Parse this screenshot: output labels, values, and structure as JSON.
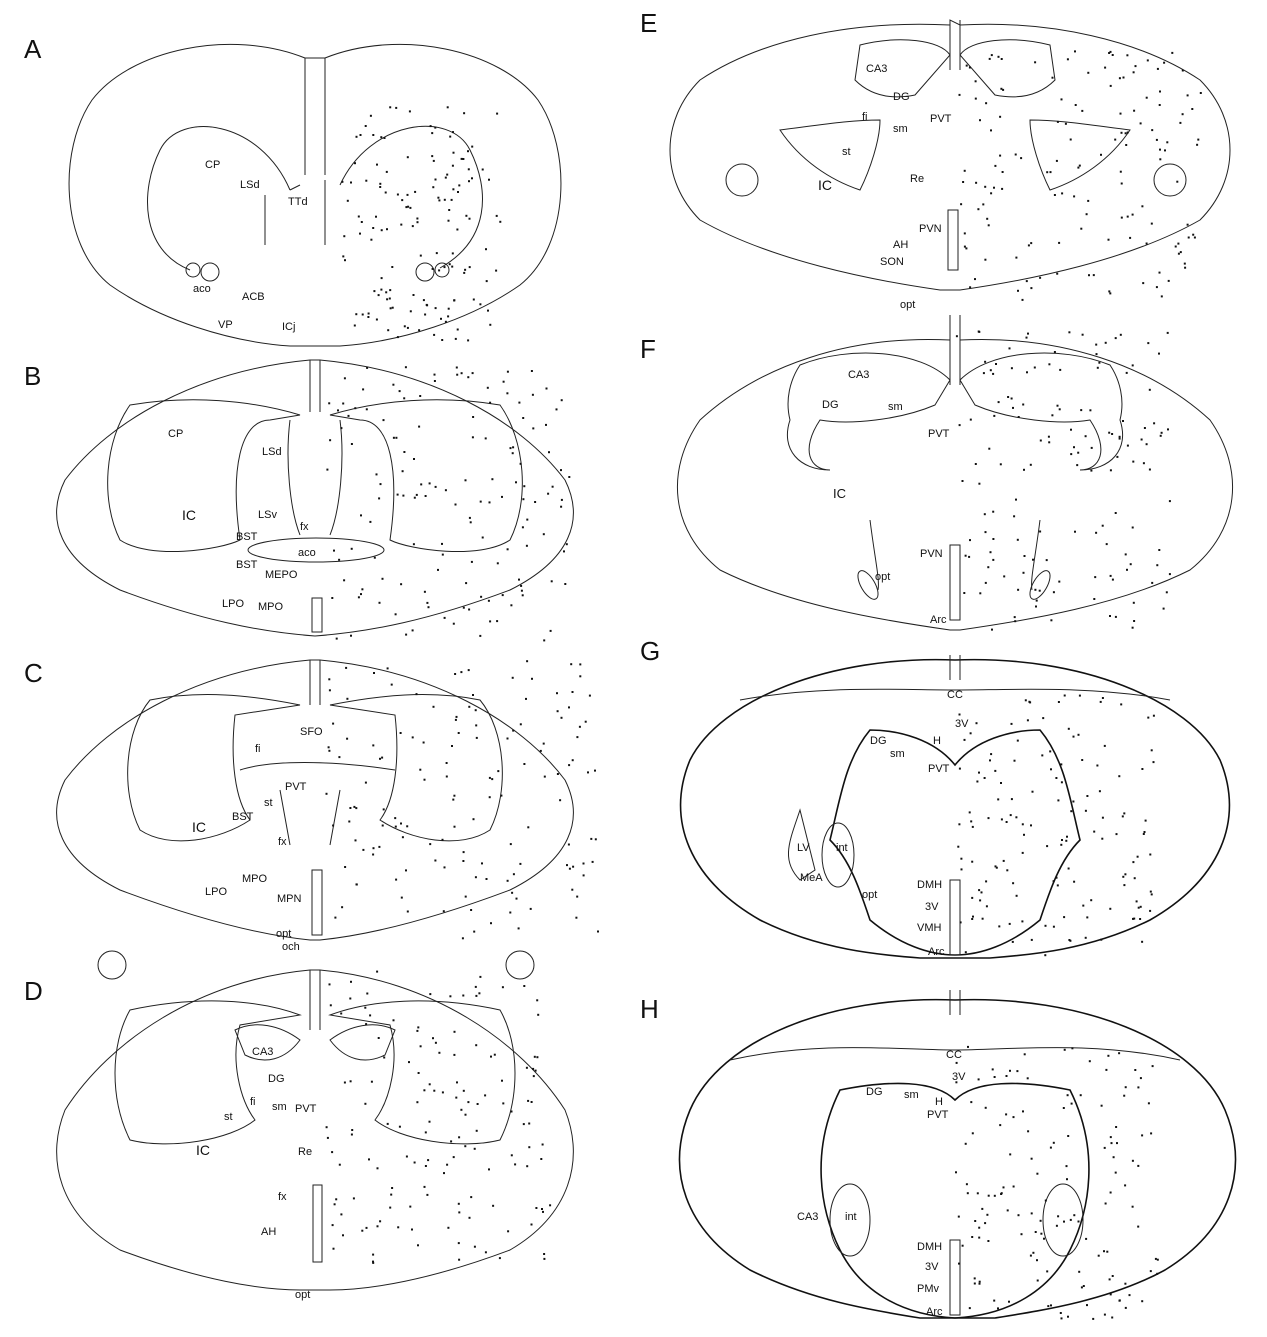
{
  "panels": [
    {
      "id": "A",
      "letter": "A",
      "labels": [
        "CP",
        "LSd",
        "TTd",
        "aco",
        "ACB",
        "VP",
        "ICj"
      ]
    },
    {
      "id": "B",
      "letter": "B",
      "labels": [
        "CP",
        "LSd",
        "IC",
        "LSv",
        "BST",
        "fx",
        "aco",
        "BST",
        "MEPO",
        "LPO",
        "MPO"
      ]
    },
    {
      "id": "C",
      "letter": "C",
      "labels": [
        "SFO",
        "fi",
        "PVT",
        "st",
        "IC",
        "BST",
        "fx",
        "MPO",
        "LPO",
        "MPN",
        "opt",
        "och"
      ]
    },
    {
      "id": "D",
      "letter": "D",
      "labels": [
        "CA3",
        "DG",
        "fi",
        "sm",
        "PVT",
        "st",
        "IC",
        "Re",
        "fx",
        "AH",
        "opt"
      ]
    },
    {
      "id": "E",
      "letter": "E",
      "labels": [
        "CA3",
        "DG",
        "fi",
        "sm",
        "PVT",
        "st",
        "IC",
        "Re",
        "PVN",
        "AH",
        "SON",
        "opt"
      ]
    },
    {
      "id": "F",
      "letter": "F",
      "labels": [
        "CA3",
        "DG",
        "sm",
        "PVT",
        "IC",
        "PVN",
        "opt",
        "Arc"
      ]
    },
    {
      "id": "G",
      "letter": "G",
      "labels": [
        "CC",
        "3V",
        "DG",
        "H",
        "sm",
        "PVT",
        "LV",
        "int",
        "MeA",
        "opt",
        "DMH",
        "3V",
        "VMH",
        "Arc"
      ]
    },
    {
      "id": "H",
      "letter": "H",
      "labels": [
        "CC",
        "3V",
        "DG",
        "sm",
        "H",
        "PVT",
        "CA3",
        "int",
        "DMH",
        "3V",
        "PMv",
        "Arc"
      ]
    }
  ],
  "colors": {
    "line": "#222222",
    "dots": "#111111",
    "background": "#ffffff"
  }
}
